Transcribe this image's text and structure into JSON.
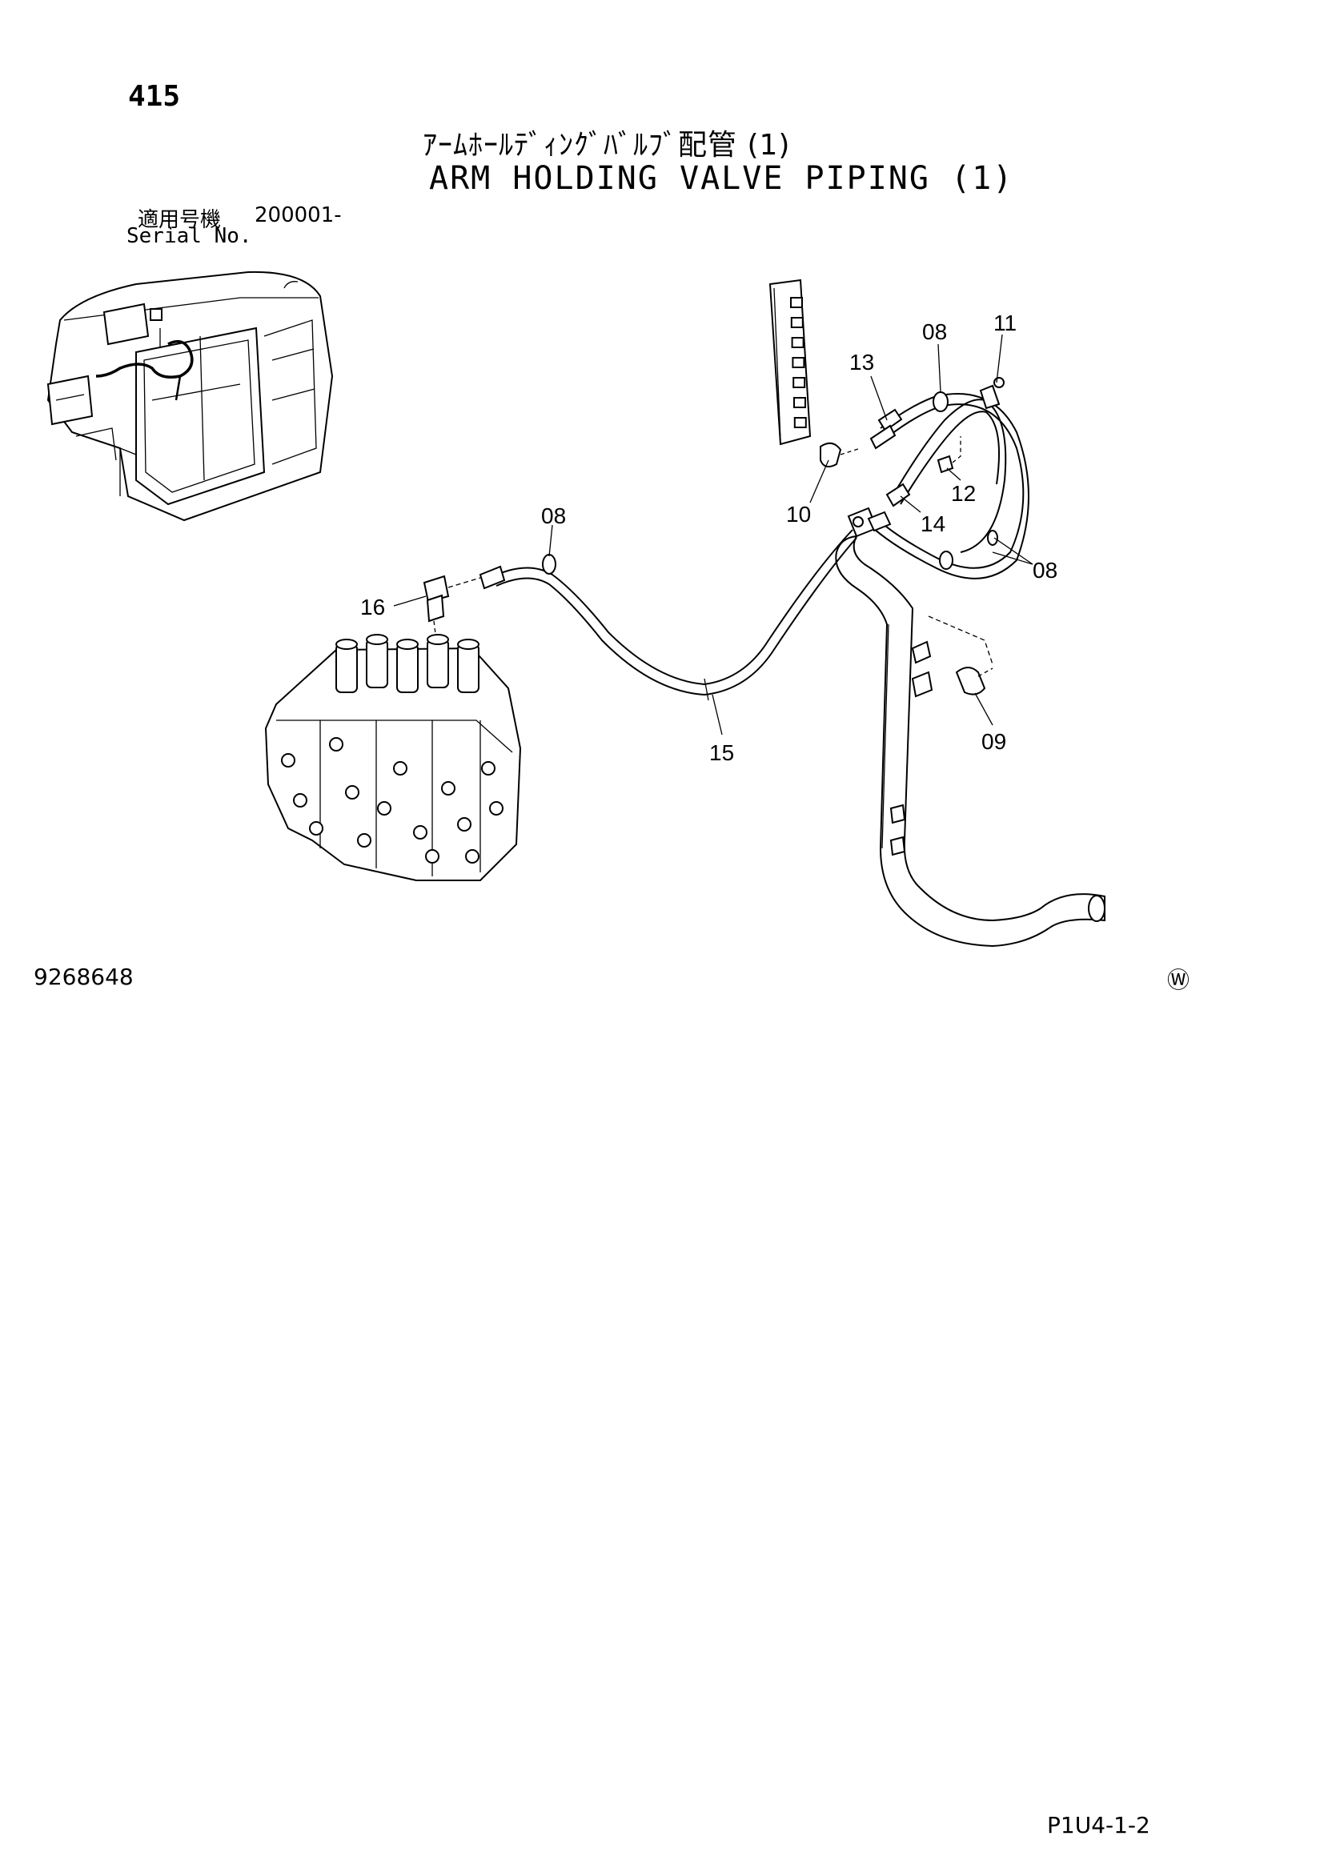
{
  "page_number": "415",
  "title_jp": "ｱｰﾑﾎｰﾙﾃﾞｨﾝｸﾞﾊﾞﾙﾌﾞ配管 (1)",
  "title_en": "ARM HOLDING VALVE PIPING (1)",
  "serial": {
    "label_jp": "適用号機",
    "value": "200001-",
    "label_en": "Serial No."
  },
  "drawing_number": "9268648",
  "brand_mark": "Ⓦ",
  "page_code": "P1U4-1-2",
  "callouts": {
    "c08_top": "08",
    "c11": "11",
    "c13": "13",
    "c12": "12",
    "c10": "10",
    "c14": "14",
    "c08_mid": "08",
    "c08_right": "08",
    "c16": "16",
    "c15": "15",
    "c09": "09"
  },
  "components": {
    "machine_overview": "machine-overview",
    "control_valve": "control-valve",
    "manifold_block": "manifold-block",
    "pipe_frame": "pipe-frame",
    "hose_15": "hose-15"
  },
  "colors": {
    "ink": "#000000",
    "paper": "#ffffff"
  }
}
